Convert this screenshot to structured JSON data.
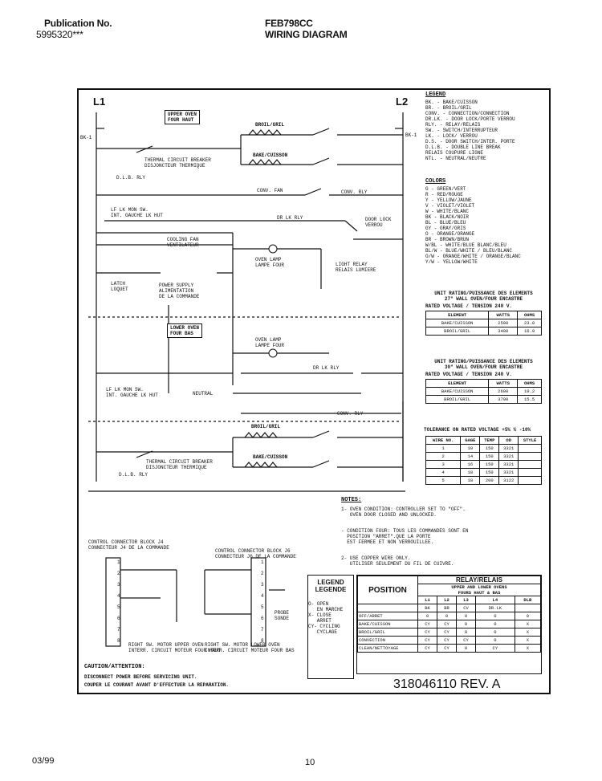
{
  "header": {
    "publication_label": "Publication No.",
    "publication_number": "5995320***",
    "model": "FEB798CC",
    "title": "WIRING DIAGRAM"
  },
  "footer": {
    "date": "03/99",
    "page": "10"
  },
  "diagram": {
    "l1": "L1",
    "l2": "L2",
    "bk1_left": "BK-1",
    "bk1_right": "BK-1",
    "upper_oven": "UPPER OVEN\nFOUR HAUT",
    "lower_oven": "LOWER OVEN\nFOUR BAS",
    "broil_1": "BROIL/GRIL",
    "bake_1": "BAKE/CUISSON",
    "broil_2": "BROIL/GRIL",
    "bake_2": "BAKE/CUISSON",
    "thermal_1": "THERMAL CIRCUIT BREAKER\nDISJONCTEUR THERMIQUE",
    "thermal_2": "THERMAL CIRCUIT BREAKER\nDISJONCTEUR THERMIQUE",
    "dlb_1": "D.L.B. RLY",
    "dlb_2": "D.L.B. RLY",
    "conv_fan": "CONV. FAN",
    "conv_rly": "CONV. RLY",
    "dr_lk_rly": "DR LK RLY",
    "door_lock": "DOOR LOCK\nVERROU",
    "oven_lamp_1": "OVEN LAMP\nLAMPE FOUR",
    "oven_lamp_2": "OVEN LAMP\nLAMPE FOUR",
    "light_relay": "LIGHT RELAY\nRELAIS LUMIERE",
    "cooling_fan": "COOLING FAN\nVENTILATEUR",
    "latch_upper": "LATCH\nLOQUET",
    "power_supply": "POWER SUPPLY\nALIMENTATION\nDE LA COMMANDE",
    "neutral": "NEUTRAL",
    "conv_rly_2": "CONV. RLY",
    "dr_lk_rly_2": "DR LK RLY",
    "lf_lk_sw_1": "LF LK MON SW.\nINT. GAUCHE LK HUT",
    "lf_lk_sw_2": "LF LK MON SW.\nINT. GAUCHE LK HUT",
    "notes_title": "NOTES:",
    "note_1": "1- OVEN CONDITION: CONTROLLER SET TO \"OFF\".\n   OVEN DOOR CLOSED AND UNLOCKED.",
    "note_1b": "- CONDITION FOUR: TOUS LES COMMANDES SONT EN\n  POSITION \"ARRET\".QUE LA PORTE\n  EST FERMEE ET NON VERROUILLEE.",
    "note_2": "2- USE COPPER WIRE ONLY.\n   UTILISER SEULEMENT DU FIL DE CUIVRE.",
    "control_block_upper": "CONTROL CONNECTOR BLOCK J4\nCONNECTEUR J4 DE LA COMMANDE",
    "control_block_lower": "CONTROL CONNECTOR BLOCK J6\nCONNECTEUR J6 DE LA COMMANDE",
    "probe_label": "PROBE\nSONDE",
    "right_sw_upper": "RIGHT SW. MOTOR UPPER OVEN\nINTERR. CIRCUIT MOTEUR FOUR HAUT",
    "right_sw_lower": "RIGHT SW. MOTOR LOWER OVEN\nINTERR. CIRCUIT MOTEUR FOUR BAS",
    "caution_title": "CAUTION/ATTENTION:",
    "caution_1": "DISCONNECT POWER BEFORE SERVICING UNIT.",
    "caution_2": "COUPER LE COURANT AVANT D'EFFECTUER LA REPARATION.",
    "part_number": "318046110 REV. A"
  },
  "legend": {
    "title": "LEGEND",
    "entries": [
      "BK.    - BAKE/CUISSON",
      "BR.    - BROIL/GRIL",
      "CONV.  - CONNECTION/CONNECTION",
      "DR.LK. - DOOR LOCK/PORTE VERROU",
      "RLY.   - RELAY/RELAIS",
      "SW.    - SWITCH/INTERRUPTEUR",
      "LK.    - LOCK/ VERROU",
      "D.S.   - DOOR SWITCH/INTER. PORTE",
      "D.L.B. - DOUBLE LINE BREAK",
      "         RELAIS COUPURE LIGNE",
      "NTL.   - NEUTRAL/NEUTRE"
    ],
    "colors_title": "COLORS",
    "colors": [
      "G  - GREEN/VERT",
      "R  - RED/ROUGE",
      "Y  - YELLOW/JAUNE",
      "V  - VIOLET/VIOLET",
      "W  - WHITE/BLANC",
      "BK - BLACK/NOIR",
      "BL - BLUE/BLEU",
      "GY - GRAY/GRIS",
      "O  - ORANGE/ORANGE",
      "BR - BROWN/BRUN",
      "W/BL - WHITE/BLUE BLANC/BLEU",
      "BL/W - BLUE/WHITE / BLEU/BLANC",
      "O/W - ORANGE/WHITE / ORANGE/BLANC",
      "Y/W - YELLOW/WHITE"
    ]
  },
  "ratings_upper": {
    "title": "UNIT RATING/PUISSANCE DES ELEMENTS\n27\" WALL OVEN/FOUR ENCASTRE",
    "sub": "RATED VOLTAGE / TENSION 240 V.",
    "head": [
      "ELEMENT",
      "WATTS",
      "OHMS"
    ],
    "rows": [
      [
        "BAKE/CUISSON",
        "2500",
        "23.0"
      ],
      [
        "BROIL/GRIL",
        "3400",
        "16.9"
      ]
    ]
  },
  "ratings_lower": {
    "title": "UNIT RATING/PUISSANCE DES ELEMENTS\n30\" WALL OVEN/FOUR ENCASTRE",
    "sub": "RATED VOLTAGE / TENSION 240 V.",
    "head": [
      "ELEMENT",
      "WATTS",
      "OHMS"
    ],
    "rows": [
      [
        "BAKE/CUISSON",
        "2600",
        "19.2"
      ],
      [
        "BROIL/GRIL",
        "3700",
        "15.5"
      ]
    ]
  },
  "tolerance": "TOLERANCE ON RATED VOLTAGE +5% % -10%",
  "wire_table": {
    "head": [
      "WIRE NO.",
      "GAGE",
      "TEMP",
      "OD",
      "STYLE"
    ],
    "rows": [
      [
        "1",
        "10",
        "150",
        "3321",
        ""
      ],
      [
        "2",
        "14",
        "150",
        "3321",
        ""
      ],
      [
        "3",
        "16",
        "150",
        "3321",
        ""
      ],
      [
        "4",
        "18",
        "150",
        "3321",
        ""
      ],
      [
        "5",
        "18",
        "200",
        "3122",
        ""
      ]
    ]
  },
  "position_legend": {
    "title": "LEGEND\nLEGENDE",
    "items": [
      "O- OPEN",
      "   EN MARCHE",
      "X- CLOSE",
      "   ARRET",
      "CY- CYCLING",
      "   CYCLAGE"
    ]
  },
  "relay_table": {
    "title": "RELAY/RELAIS",
    "subtitle": "UPPER AND LOWER OVENS\nFOURS HAUT & BAS",
    "position_label": "POSITION",
    "cols": [
      "L1",
      "L2",
      "L3",
      "L4",
      "DLB"
    ],
    "cols2": [
      "BK",
      "BR",
      "CV",
      "DR.LK",
      ""
    ],
    "rows": [
      [
        "OFF/ARRET",
        "0",
        "0",
        "0",
        "0",
        "0"
      ],
      [
        "BAKE/CUISSON",
        "CY",
        "CY",
        "0",
        "0",
        "X"
      ],
      [
        "BROIL/GRIL",
        "CY",
        "CY",
        "0",
        "0",
        "X"
      ],
      [
        "CONVECTION",
        "CY",
        "CY",
        "CY",
        "0",
        "X"
      ],
      [
        "CLEAN/NETTOYAGE",
        "CY",
        "CY",
        "0",
        "CY",
        "X"
      ]
    ]
  }
}
